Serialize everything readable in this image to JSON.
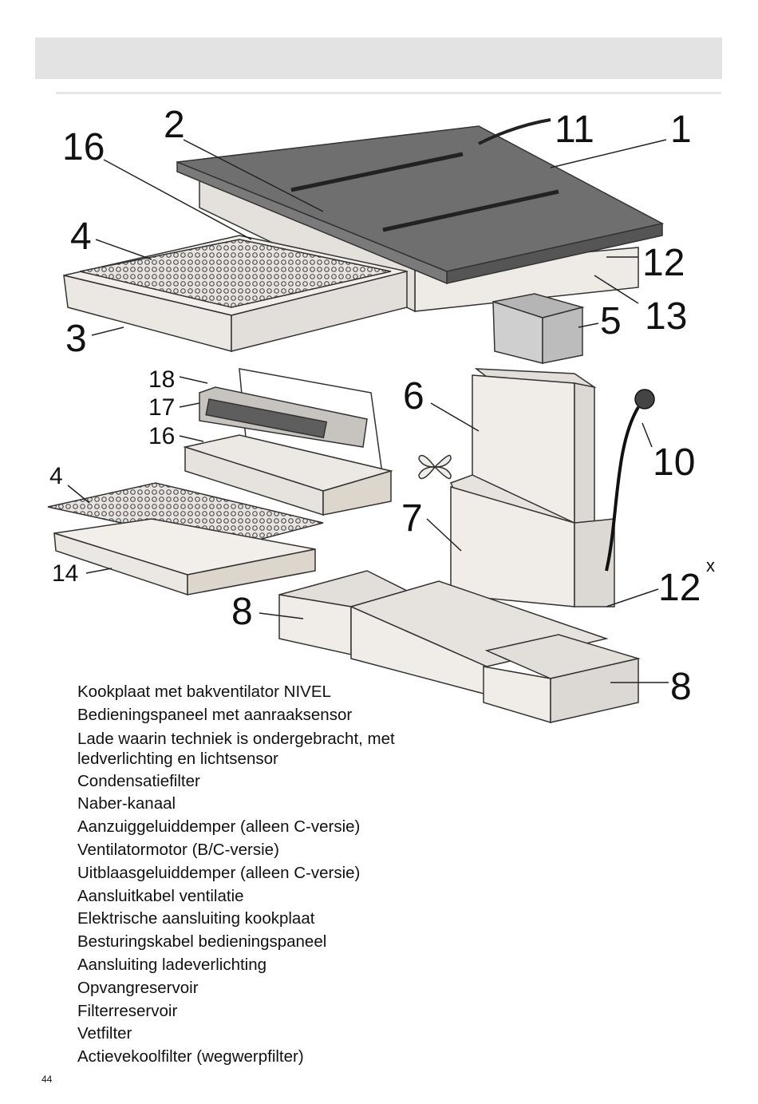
{
  "page": {
    "number": "44"
  },
  "diagram": {
    "callouts": [
      "2",
      "16",
      "11",
      "1",
      "4",
      "12",
      "13",
      "5",
      "3",
      "18",
      "17",
      "16",
      "6",
      "10",
      "4",
      "7",
      "14",
      "12",
      "x",
      "8",
      "8"
    ]
  },
  "legend": {
    "items": [
      "Kookplaat met bakventilator NIVEL",
      "Bedieningspaneel met aanraaksensor",
      "Lade waarin techniek is ondergebracht, met ledverlichting en lichtsensor",
      "Condensatiefilter",
      "Naber-kanaal",
      "Aanzuiggeluiddemper (alleen C-versie)",
      "Ventilatormotor (B/C-versie)",
      "Uitblaasgeluiddemper (alleen C-versie)",
      "Aansluitkabel ventilatie",
      "Elektrische aansluiting kookplaat",
      "Besturingskabel bedieningspaneel",
      "Aansluiting ladeverlichting",
      "Opvangreservoir",
      "Filterreservoir",
      "Vetfilter",
      "Actievekoolfilter (wegwerpfilter)"
    ]
  },
  "colors": {
    "header_bar": "#e3e3e3",
    "panel": "#f0ede8",
    "cooktop": "#6f6f6f",
    "line": "#222222"
  }
}
